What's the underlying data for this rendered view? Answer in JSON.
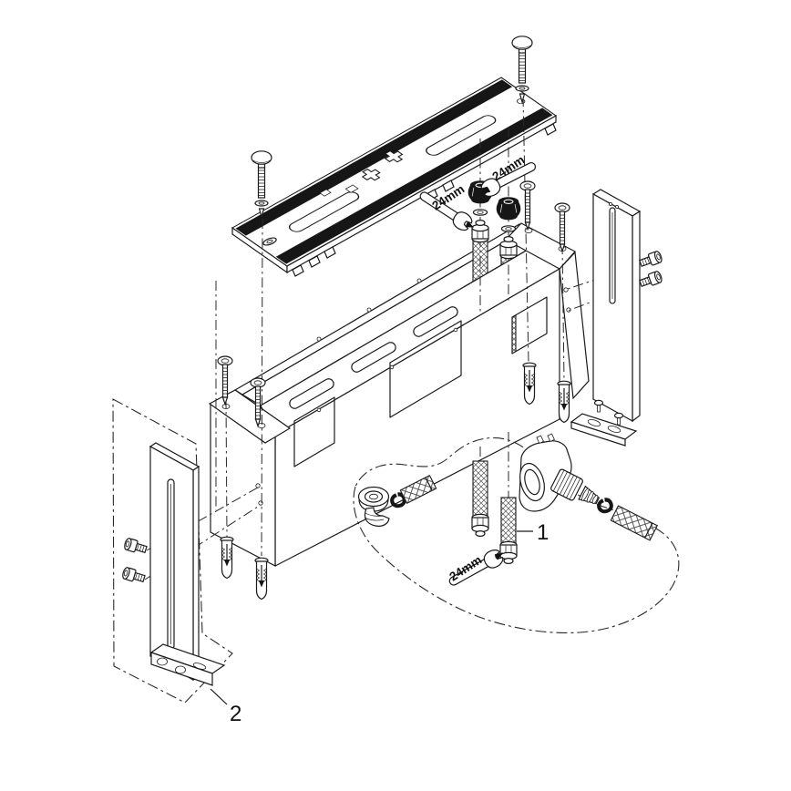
{
  "figure": {
    "type": "exploded-assembly-installation-diagram",
    "background": "#ffffff",
    "line_color": "#1b1b1b",
    "callouts": {
      "part_1_label": "1",
      "part_2_label": "2",
      "wrench_size_label": "24mm"
    }
  }
}
